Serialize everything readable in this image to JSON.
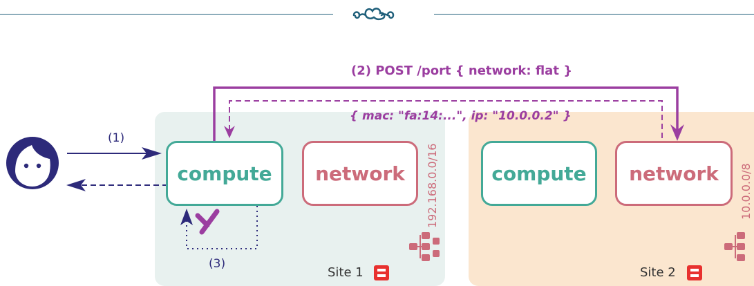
{
  "steps": {
    "step1": "(1)",
    "step2": "(2) POST /port { network: flat }",
    "step2_response": "{ mac: \"fa:14:...\", ip: \"10.0.0.2\" }",
    "step3": "(3)"
  },
  "site1": {
    "compute_label": "compute",
    "network_label": "network",
    "cidr": "192.168.0.0/16",
    "name": "Site 1"
  },
  "site2": {
    "compute_label": "compute",
    "network_label": "network",
    "cidr": "10.0.0.0/8",
    "name": "Site 2"
  },
  "colors": {
    "compute": "#43a997",
    "network": "#cc6b7a",
    "request": "#9b3ea0",
    "user_flow": "#2d2a7a",
    "site1_bg": "#e8f1ef",
    "site2_bg": "#fbe6cf",
    "openstack_logo": "#e8312f"
  },
  "icons": {
    "header_ornament": "ornament-icon",
    "user": "user-avatar-icon",
    "failure": "failure-cross-icon",
    "topology": "network-topology-icon",
    "openstack": "openstack-logo-icon"
  }
}
